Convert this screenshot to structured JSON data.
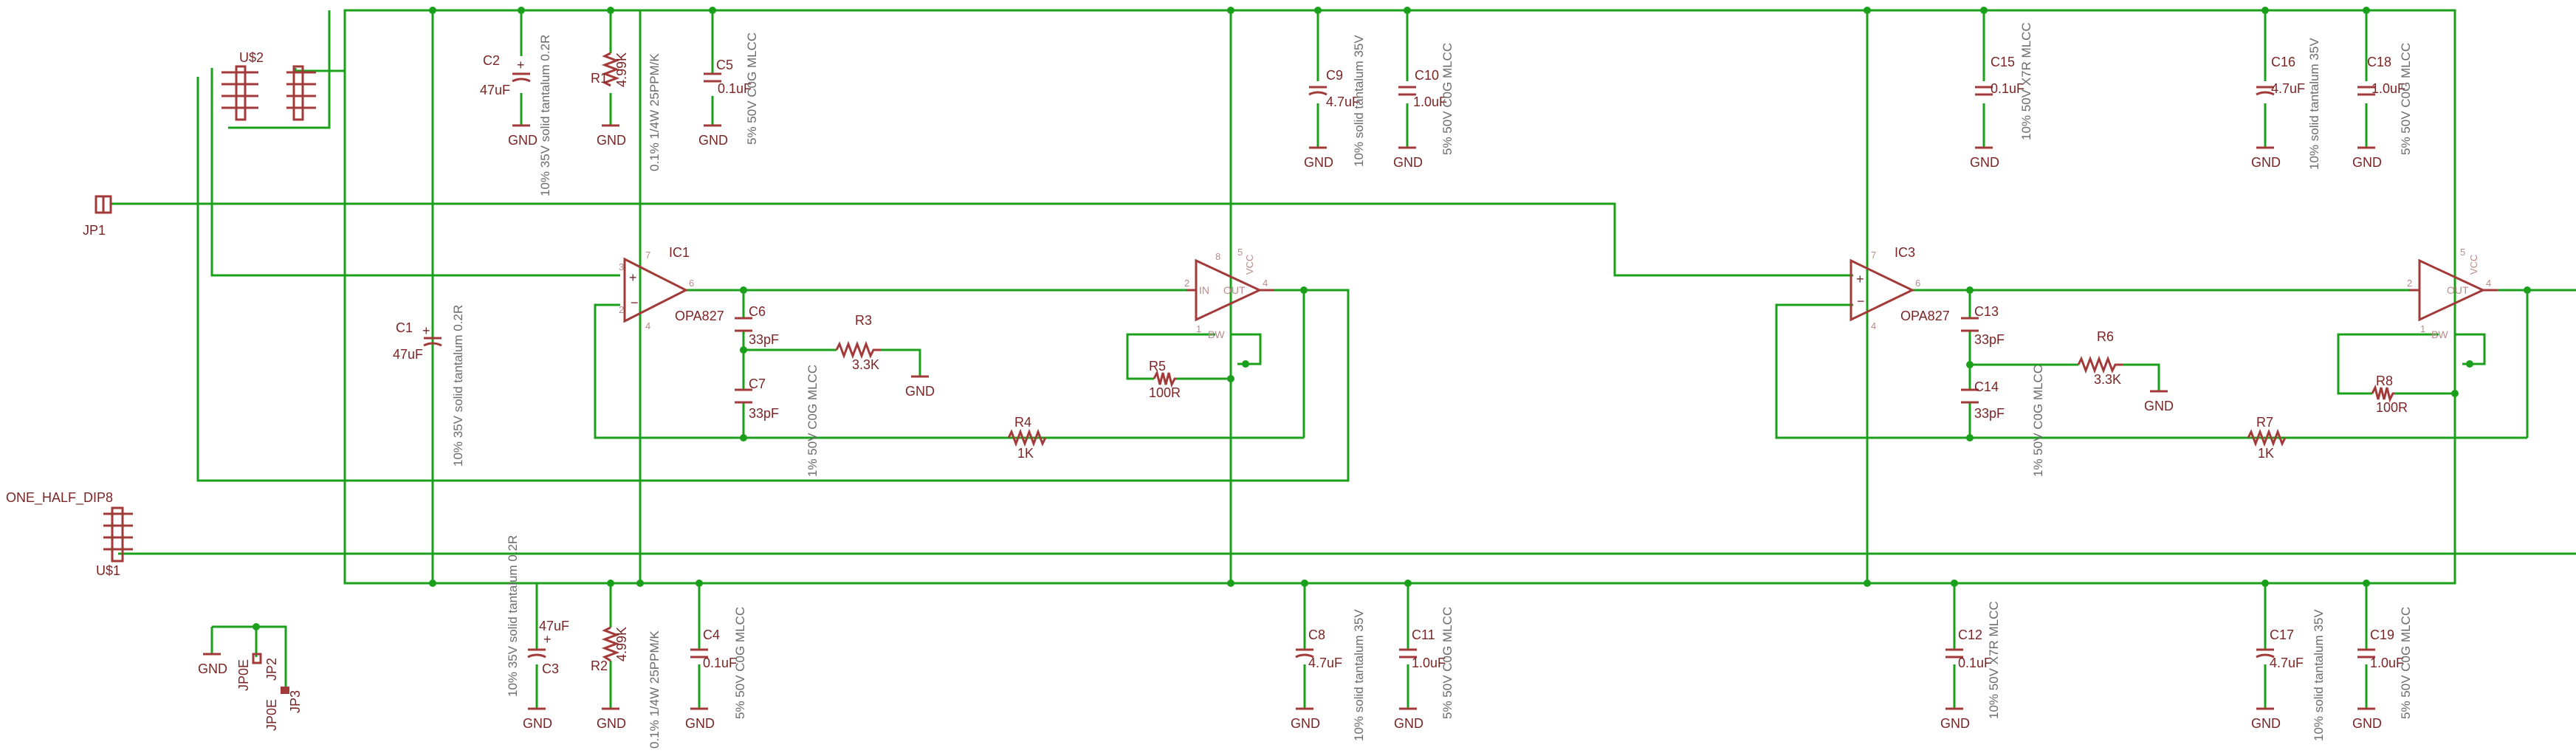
{
  "colors": {
    "wire": "#1aa01a",
    "component": "#a33a3a",
    "text": "#7a2525",
    "description": "#6b6b6b"
  },
  "connectors": {
    "us1": "U$1",
    "us2": "U$2",
    "half_dip": "ONE_HALF_DIP8",
    "jp1": "JP1",
    "jp2": "JP2",
    "jp3": "JP3",
    "jp0e_a": "JP0E",
    "jp0e_b": "JP0E"
  },
  "ground": "GND",
  "ics": {
    "ic1": {
      "name": "IC1",
      "part": "OPA827"
    },
    "ic3": {
      "name": "IC3",
      "part": "OPA827"
    }
  },
  "capacitors": {
    "c1": {
      "name": "C1",
      "value": "47uF",
      "desc": "10% 35V solid tantalum 0.2R"
    },
    "c2": {
      "name": "C2",
      "value": "47uF",
      "desc": "10% 35V solid tantalum 0.2R"
    },
    "c3": {
      "name": "C3",
      "value": "47uF",
      "desc": "10% 35V solid tantalum 0.2R"
    },
    "c4": {
      "name": "C4",
      "value": "0.1uF",
      "desc": "5% 50V C0G MLCC"
    },
    "c5": {
      "name": "C5",
      "value": "0.1uF",
      "desc": "5% 50V C0G MLCC"
    },
    "c6": {
      "name": "C6",
      "value": "33pF",
      "desc": "1% 50V C0G MLCC"
    },
    "c7": {
      "name": "C7",
      "value": "33pF",
      "desc": "1% 50V C0G MLCC"
    },
    "c8": {
      "name": "C8",
      "value": "4.7uF",
      "desc": "10% solid tantalum 35V"
    },
    "c9": {
      "name": "C9",
      "value": "4.7uF",
      "desc": "10% solid tantalum 35V"
    },
    "c10": {
      "name": "C10",
      "value": "1.0uF",
      "desc": "5% 50V C0G MLCC"
    },
    "c11": {
      "name": "C11",
      "value": "1.0uF",
      "desc": "5% 50V C0G MLCC"
    },
    "c12": {
      "name": "C12",
      "value": "0.1uF",
      "desc": "10% 50V X7R MLCC"
    },
    "c13": {
      "name": "C13",
      "value": "33pF",
      "desc": "1% 50V C0G MLCC"
    },
    "c14": {
      "name": "C14",
      "value": "33pF",
      "desc": "1% 50V C0G MLCC"
    },
    "c15": {
      "name": "C15",
      "value": "0.1uF",
      "desc": "10% 50V X7R MLCC"
    },
    "c16": {
      "name": "C16",
      "value": "4.7uF",
      "desc": "10% solid tantalum 35V"
    },
    "c17": {
      "name": "C17",
      "value": "4.7uF",
      "desc": "10% solid tantalum 35V"
    },
    "c18": {
      "name": "C18",
      "value": "1.0uF",
      "desc": "5% 50V C0G MLCC"
    },
    "c19": {
      "name": "C19",
      "value": "1.0uF",
      "desc": "5% 50V C0G MLCC"
    }
  },
  "resistors": {
    "r1": {
      "name": "R1",
      "value": "4.99K",
      "desc": "0.1% 1/4W 25PPM/K"
    },
    "r2": {
      "name": "R2",
      "value": "4.99K",
      "desc": "0.1% 1/4W 25PPM/K"
    },
    "r3": {
      "name": "R3",
      "value": "3.3K"
    },
    "r4": {
      "name": "R4",
      "value": "1K"
    },
    "r5": {
      "name": "R5",
      "value": "100R"
    },
    "r6": {
      "name": "R6",
      "value": "3.3K"
    },
    "r7": {
      "name": "R7",
      "value": "1K"
    },
    "r8": {
      "name": "R8",
      "value": "100R"
    }
  },
  "buffers": {
    "pin_in": "IN",
    "pin_out": "OUT",
    "pin_bw": "BW",
    "pin_vcc": "VCC"
  }
}
